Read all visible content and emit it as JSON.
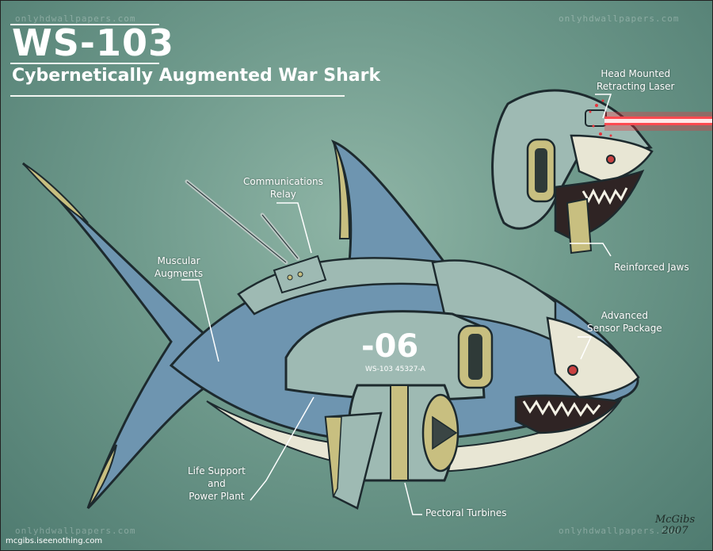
{
  "title": "WS-103",
  "subtitle": "Cybernetically Augmented War Shark",
  "hull_number": "-06",
  "hull_serial": "WS-103 45327-A",
  "callouts": {
    "head_laser": "Head Mounted\nRetracting Laser",
    "communications": "Communications\nRelay",
    "muscular": "Muscular\nAugments",
    "jaws": "Reinforced Jaws",
    "sensor": "Advanced\nSensor Package",
    "life_support": "Life Support\nand\nPower Plant",
    "turbines": "Pectoral Turbines"
  },
  "watermark_text": "onlyhdwallpapers.com",
  "site_credit": "mcgibs.iseenothing.com",
  "signature": "McGibs\n2007",
  "colors": {
    "background": "#7aa393",
    "hull_blue": "#6e95b0",
    "armor_grey": "#9ebab3",
    "trim_khaki": "#c8bf80",
    "belly": "#e8e6d4",
    "laser_red": "#e8343c"
  }
}
